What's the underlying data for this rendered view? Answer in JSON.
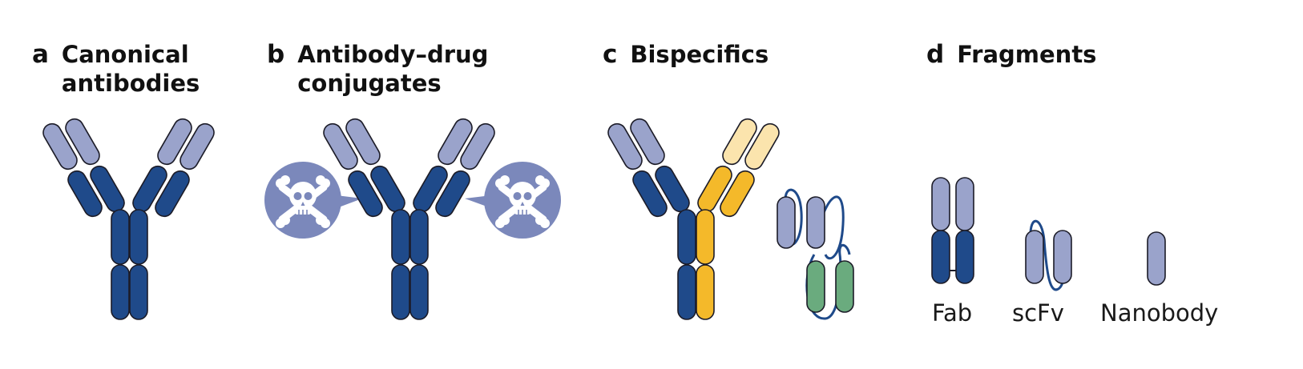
{
  "panels": [
    {
      "letter": "a",
      "title": "Canonical\nantibodies"
    },
    {
      "letter": "b",
      "title": "Antibody–drug\nconjugates"
    },
    {
      "letter": "c",
      "title": "Bispecifics"
    },
    {
      "letter": "d",
      "title": "Fragments"
    }
  ],
  "fragments": {
    "fab": "Fab",
    "scfv": "scFv",
    "nanobody": "Nanobody"
  },
  "colors": {
    "light_chain": "#9aa3cb",
    "heavy_chain": "#1f4a8a",
    "bispecific_heavy": "#f4b92a",
    "bispecific_light": "#fbe4ad",
    "linker_green": "#6aab7e",
    "drug_bubble": "#7b88bb",
    "outline": "#1c1c28"
  },
  "icons": {
    "drug_payload": "skull-and-crossbones-icon"
  }
}
